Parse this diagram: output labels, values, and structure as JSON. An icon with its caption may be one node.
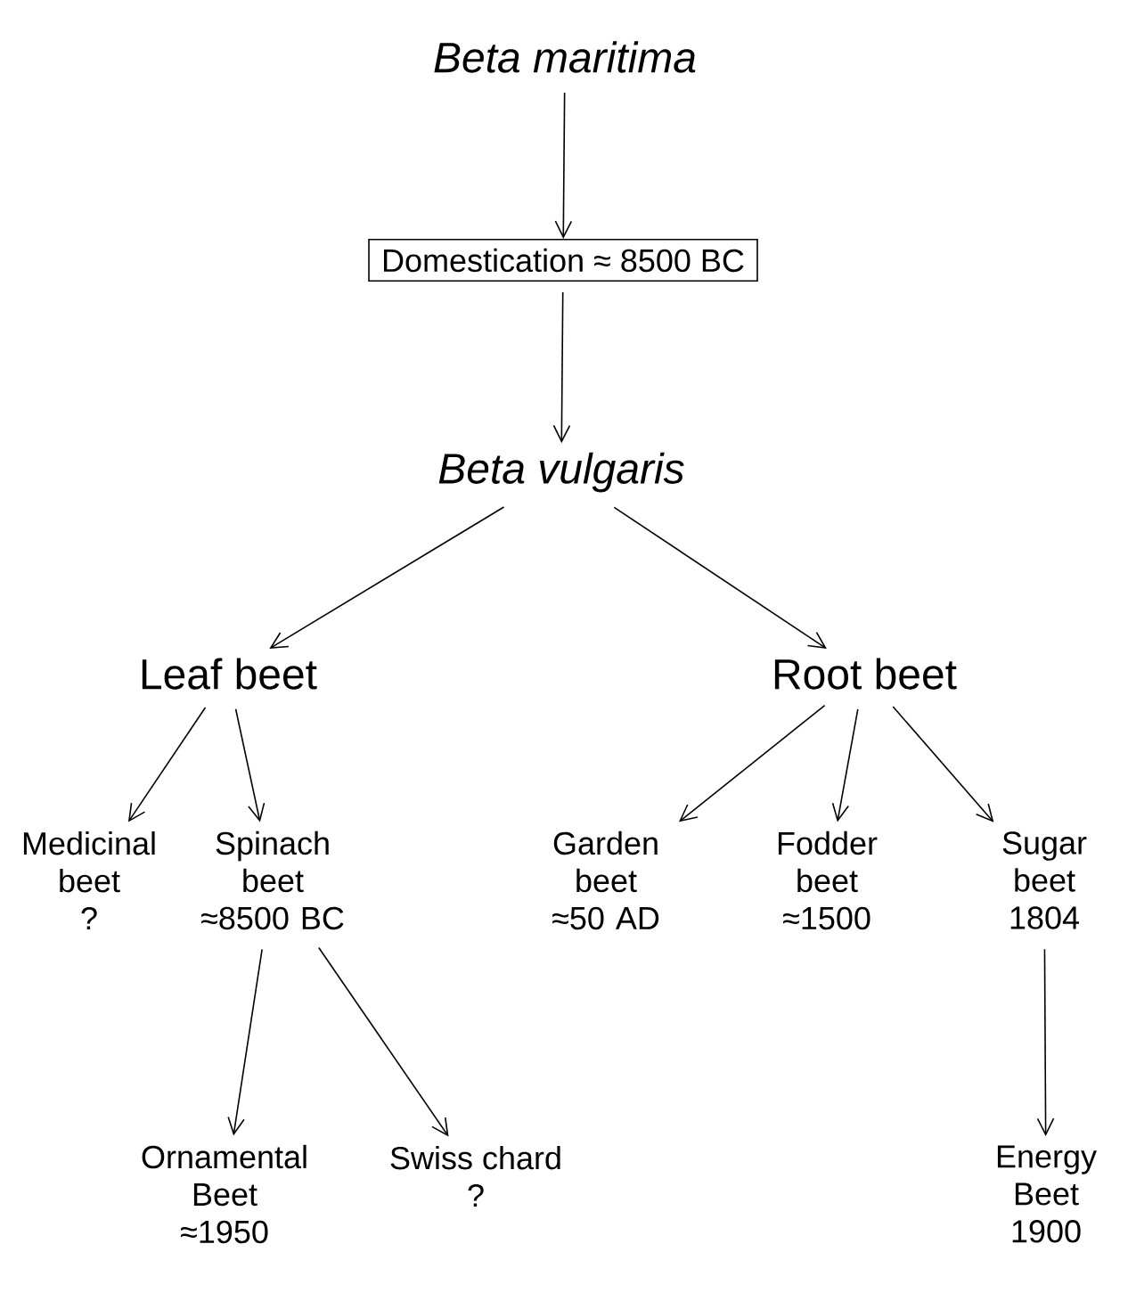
{
  "diagram": {
    "nodes": [
      {
        "text": [
          "Beta maritima"
        ]
      },
      {
        "text": [
          "Domestication ≈ 8500 BC"
        ]
      },
      {
        "text": [
          "Beta vulgaris"
        ]
      },
      {
        "text": [
          "Leaf beet"
        ]
      },
      {
        "text": [
          "Root beet"
        ]
      },
      {
        "text": [
          "Medicinal beet",
          "?"
        ]
      },
      {
        "text": [
          "Spinach beet",
          "≈8500 BC"
        ]
      },
      {
        "text": [
          "Garden beet",
          "≈50 AD"
        ]
      },
      {
        "text": [
          "Fodder beet",
          "≈1500"
        ]
      },
      {
        "text": [
          "Sugar beet",
          "1804"
        ]
      },
      {
        "text": [
          "Ornamental Beet",
          "≈1950"
        ]
      },
      {
        "text": [
          "Swiss chard",
          "?"
        ]
      },
      {
        "text": [
          "Energy Beet",
          "1900"
        ]
      }
    ],
    "edges": [
      {
        "from": 0,
        "to": 1,
        "arrow": "to"
      },
      {
        "from": 1,
        "to": 2,
        "arrow": "to"
      },
      {
        "from": 2,
        "to": 3,
        "arrow": "to"
      },
      {
        "from": 2,
        "to": 4,
        "arrow": "to"
      },
      {
        "from": 3,
        "to": 5,
        "arrow": "to"
      },
      {
        "from": 3,
        "to": 6,
        "arrow": "to"
      },
      {
        "from": 4,
        "to": 7,
        "arrow": "to"
      },
      {
        "from": 4,
        "to": 8,
        "arrow": "to"
      },
      {
        "from": 4,
        "to": 9,
        "arrow": "to"
      },
      {
        "from": 6,
        "to": 10,
        "arrow": "to"
      },
      {
        "from": 6,
        "to": 11,
        "arrow": "to"
      },
      {
        "from": 9,
        "to": 12,
        "arrow": "to"
      }
    ]
  }
}
